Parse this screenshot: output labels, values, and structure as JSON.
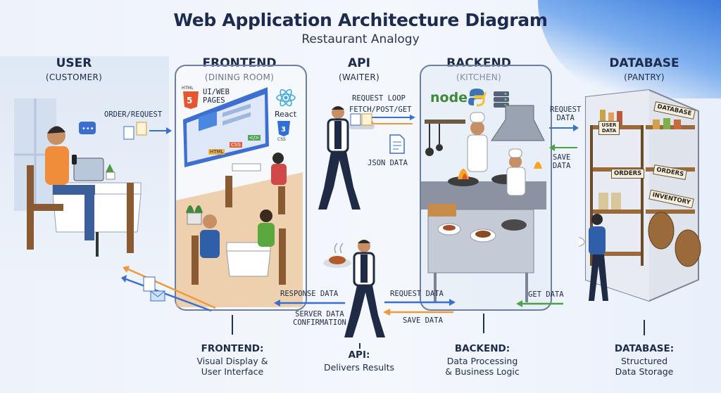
{
  "title": "Web Application Architecture Diagram",
  "subtitle": "Restaurant Analogy",
  "columns": {
    "user": {
      "heading": "USER",
      "role": "(CUSTOMER)"
    },
    "frontend": {
      "heading": "FRONTEND",
      "role": "(DINING ROOM)"
    },
    "api": {
      "heading": "API",
      "role": "(WAITER)"
    },
    "backend": {
      "heading": "BACKEND",
      "role": "(KITCHEN)"
    },
    "database": {
      "heading": "DATABASE",
      "role": "(PANTRY)"
    }
  },
  "flow_labels": {
    "order_request": "ORDER/REQUEST",
    "request_loop": "REQUEST LOOP",
    "fetch_post_get": "FETCH/POST/GET",
    "json_data": "JSON DATA",
    "request_data_db": "REQUEST\nDATA",
    "save_data_db": "SAVE\nDATA",
    "response_data": "RESPONSE DATA",
    "server_data_confirmation": "SERVER DATA\nCONFIRMATION",
    "request_data": "REQUEST DATA",
    "save_data": "SAVE DATA",
    "get_data": "GET DATA"
  },
  "frontend_tech": {
    "html_badge": "HTML",
    "uiweb_pages": "UI/WEB\nPAGES",
    "react": "React",
    "css_badge": "CSS",
    "screen_tags": [
      "HTML",
      "CSS",
      "</>"
    ]
  },
  "backend_tech": {
    "node": "node"
  },
  "pantry_tags": [
    "DATABASE",
    "USER DATA",
    "ORDERS",
    "ORDERS",
    "INVENTORY"
  ],
  "summaries": {
    "frontend": {
      "title": "FRONTEND:",
      "desc": "Visual Display &\nUser Interface"
    },
    "api": {
      "title": "API:",
      "desc": "Delivers Results"
    },
    "backend": {
      "title": "BACKEND:",
      "desc": "Data Processing\n& Business Logic"
    },
    "database": {
      "title": "DATABASE:",
      "desc": "Structured\nData Storage"
    }
  },
  "colors": {
    "arrow_blue": "#3a6fd0",
    "arrow_orange": "#ef9a3a",
    "arrow_green": "#49a53e",
    "panel_border": "#6b7ea6",
    "navy": "#1c2a4c"
  }
}
